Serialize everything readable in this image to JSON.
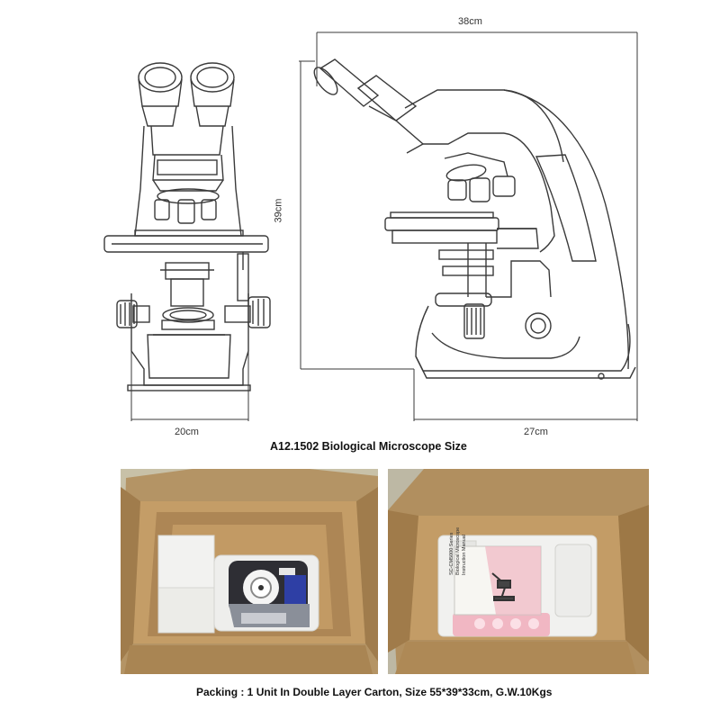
{
  "drawing": {
    "front_width": "20cm",
    "side_top_width": "38cm",
    "side_height": "39cm",
    "side_depth": "27cm",
    "caption": "A12.1502 Biological Microscope Size"
  },
  "photo_right": {
    "manual_text": [
      "SC-CM5000 Series",
      "Biological Microscope",
      "Instruction Manual"
    ]
  },
  "packing_caption": "Packing : 1 Unit In Double Layer Carton, Size 55*39*33cm, G.W.10Kgs"
}
